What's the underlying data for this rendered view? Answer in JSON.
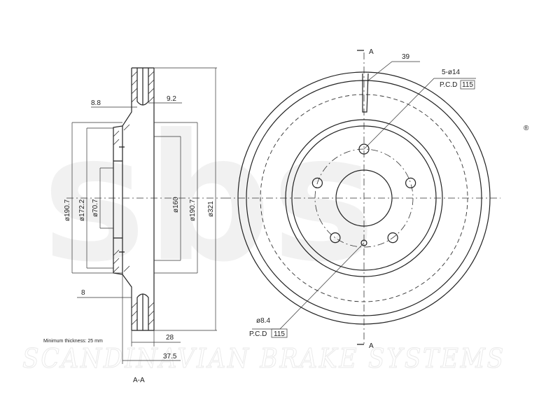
{
  "watermark": {
    "logo": "sbs",
    "registered": "®",
    "tagline": "SCANDINAVIAN BRAKE SYSTEMS"
  },
  "section_view": {
    "title": "A-A",
    "note": "Minimum thickness: 25 mm",
    "dims": {
      "d_8_8": "8.8",
      "d_9_2": "9.2",
      "d_8": "8",
      "d_28": "28",
      "d_37_5": "37.5",
      "phi_190_7_left": "ø190.7",
      "phi_172_2": "ø172.2",
      "phi_70_7": "ø70.7",
      "phi_160": "ø160",
      "phi_190_7_right": "ø190.7",
      "phi_321": "ø321"
    }
  },
  "front_view": {
    "section_mark_top": "A",
    "section_mark_bottom": "A",
    "d_39": "39",
    "holes_label": "5-ø14",
    "pcd_prefix": "P.C.D",
    "pcd_value": "115",
    "small_hole_label": "ø8.4",
    "pcd2_prefix": "P.C.D",
    "pcd2_value": "115"
  }
}
